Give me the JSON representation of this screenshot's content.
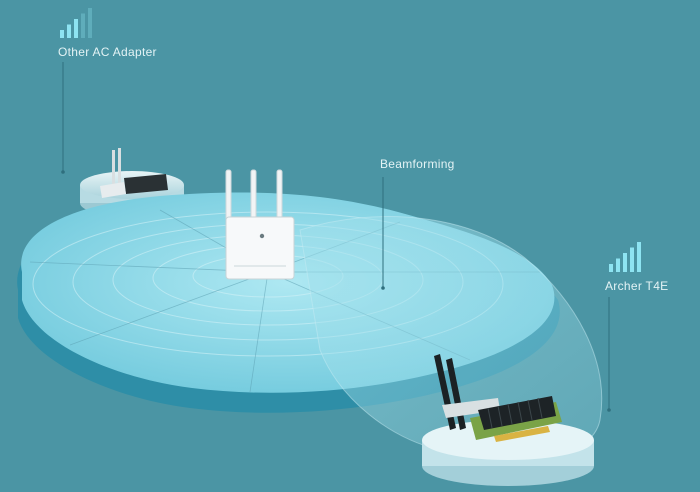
{
  "labels": {
    "other_adapter": "Other AC Adapter",
    "beamforming": "Beamforming",
    "archer": "Archer T4E"
  },
  "colors": {
    "background": "#4b95a4",
    "coverage_fill": "#7fd3e3",
    "coverage_side": "#3fa6bd",
    "signal_bars": "#8ee4f2",
    "router_body": "#f4f6f7",
    "card_heatsink": "#1d2326",
    "pcb_green": "#7aa347"
  },
  "signals": {
    "other_adapter_level": 0.55,
    "archer_level": 1.0
  },
  "icons": [
    "signal-bars-icon",
    "router-icon",
    "pcie-card-icon",
    "usb-adapter-icon"
  ]
}
